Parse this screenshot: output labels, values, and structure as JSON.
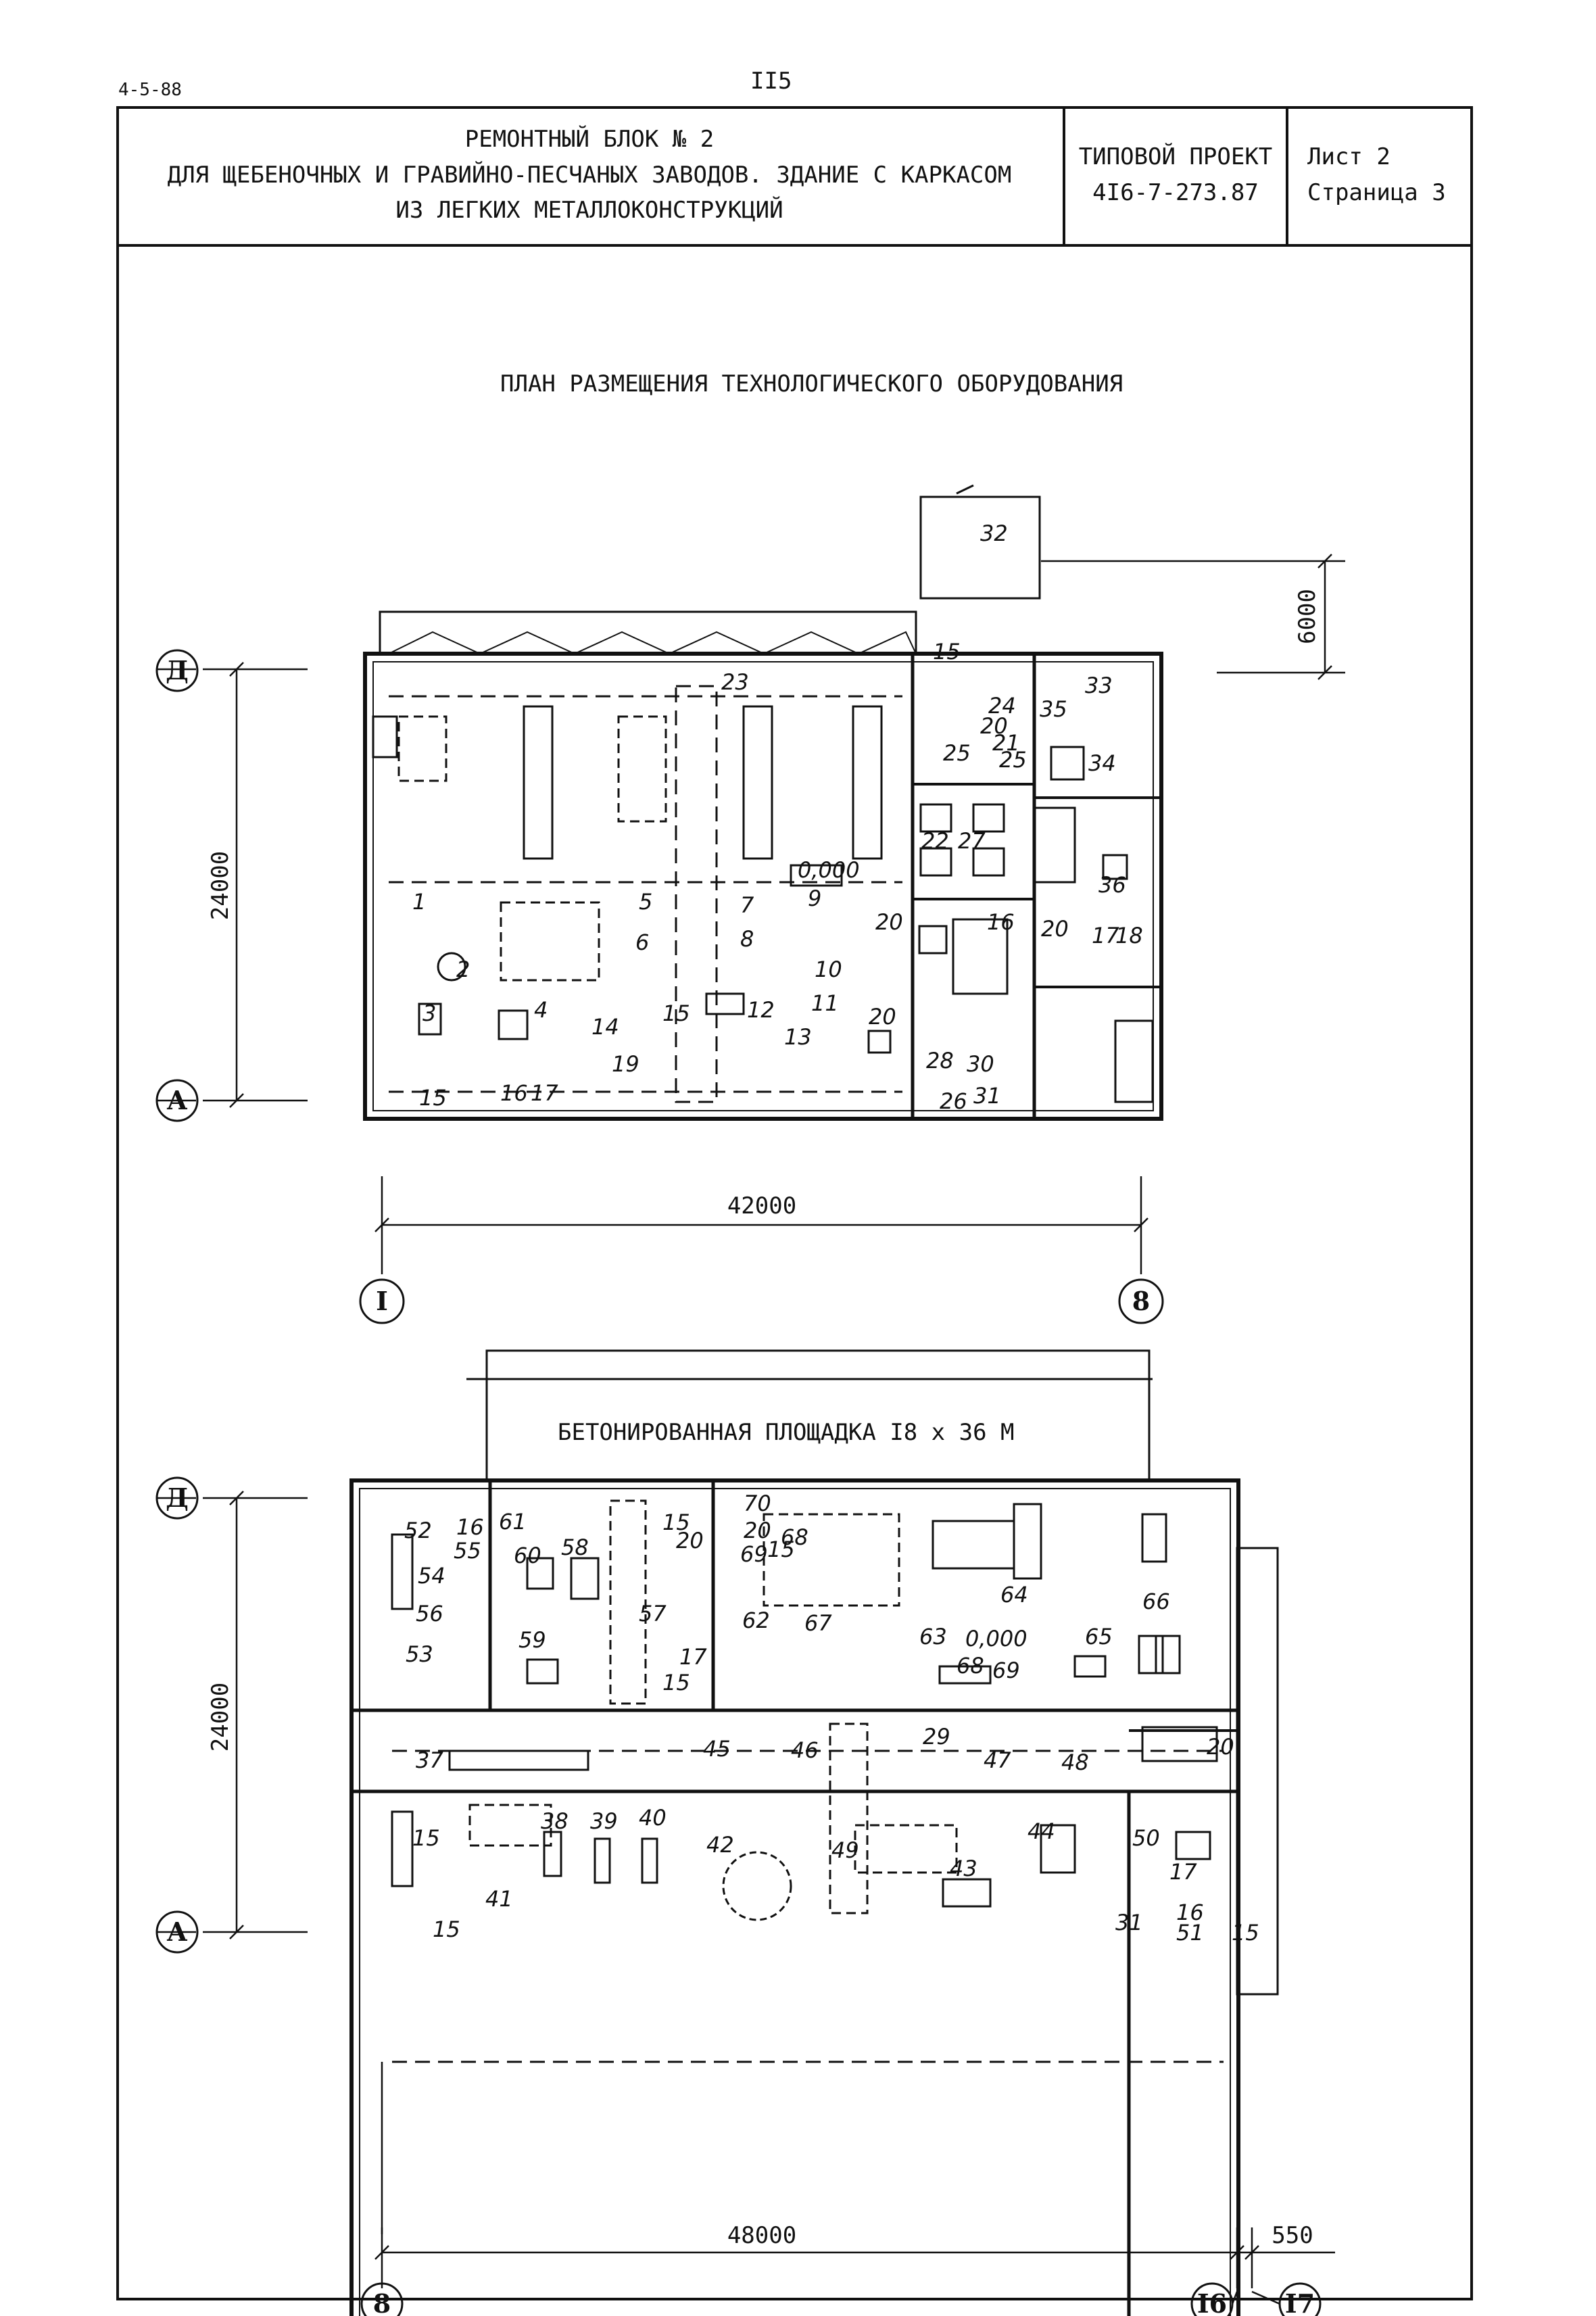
{
  "sheet_code": "4-5-88",
  "page_number": "II5",
  "title_block": {
    "title_line1": "РЕМОНТНЫЙ БЛОК № 2",
    "title_line2": "ДЛЯ ЩЕБЕНОЧНЫХ И ГРАВИЙНО-ПЕСЧАНЫХ ЗАВОДОВ. ЗДАНИЕ С КАРКАСОМ",
    "title_line3": "ИЗ ЛЕГКИХ МЕТАЛЛОКОНСТРУКЦИЙ",
    "project_label": "ТИПОВОЙ ПРОЕКТ",
    "project_number": "4I6-7-273.87",
    "sheet_label": "Лист 2",
    "page_label": "Страница 3"
  },
  "drawing_title": "ПЛАН РАЗМЕЩЕНИЯ ТЕХНОЛОГИЧЕСКОГО ОБОРУДОВАНИЯ",
  "plan_top": {
    "axis_top": "Д",
    "axis_bottom": "А",
    "axis_left": "I",
    "axis_right": "8",
    "dim_height": "24000",
    "dim_width": "42000",
    "dim_annex": "6000",
    "floor_level": "0,000",
    "labels": [
      "1",
      "2",
      "3",
      "4",
      "5",
      "6",
      "7",
      "8",
      "9",
      "10",
      "11",
      "12",
      "13",
      "14",
      "15",
      "15",
      "15",
      "16",
      "16",
      "17",
      "17",
      "18",
      "19",
      "20",
      "20",
      "20",
      "20",
      "21",
      "22",
      "23",
      "24",
      "25",
      "25",
      "26",
      "27",
      "28",
      "30",
      "31",
      "32",
      "33",
      "34",
      "35",
      "36"
    ]
  },
  "plan_bottom": {
    "caption": "БЕТОНИРОВАННАЯ ПЛОЩАДКА I8 x 36 М",
    "axis_top": "Д",
    "axis_bottom": "А",
    "axis_left": "8",
    "axis_mid": "I6",
    "axis_right": "I7",
    "dim_height": "24000",
    "dim_width": "48000",
    "dim_extra": "550",
    "floor_level": "0,000",
    "labels": [
      "15",
      "15",
      "15",
      "15",
      "15",
      "16",
      "17",
      "17",
      "16",
      "15",
      "20",
      "20",
      "20",
      "29",
      "31",
      "37",
      "38",
      "39",
      "40",
      "41",
      "42",
      "43",
      "44",
      "45",
      "46",
      "47",
      "48",
      "49",
      "50",
      "51",
      "52",
      "53",
      "54",
      "55",
      "56",
      "57",
      "58",
      "59",
      "60",
      "61",
      "62",
      "63",
      "64",
      "65",
      "66",
      "67",
      "68",
      "68",
      "69",
      "69",
      "70"
    ]
  }
}
